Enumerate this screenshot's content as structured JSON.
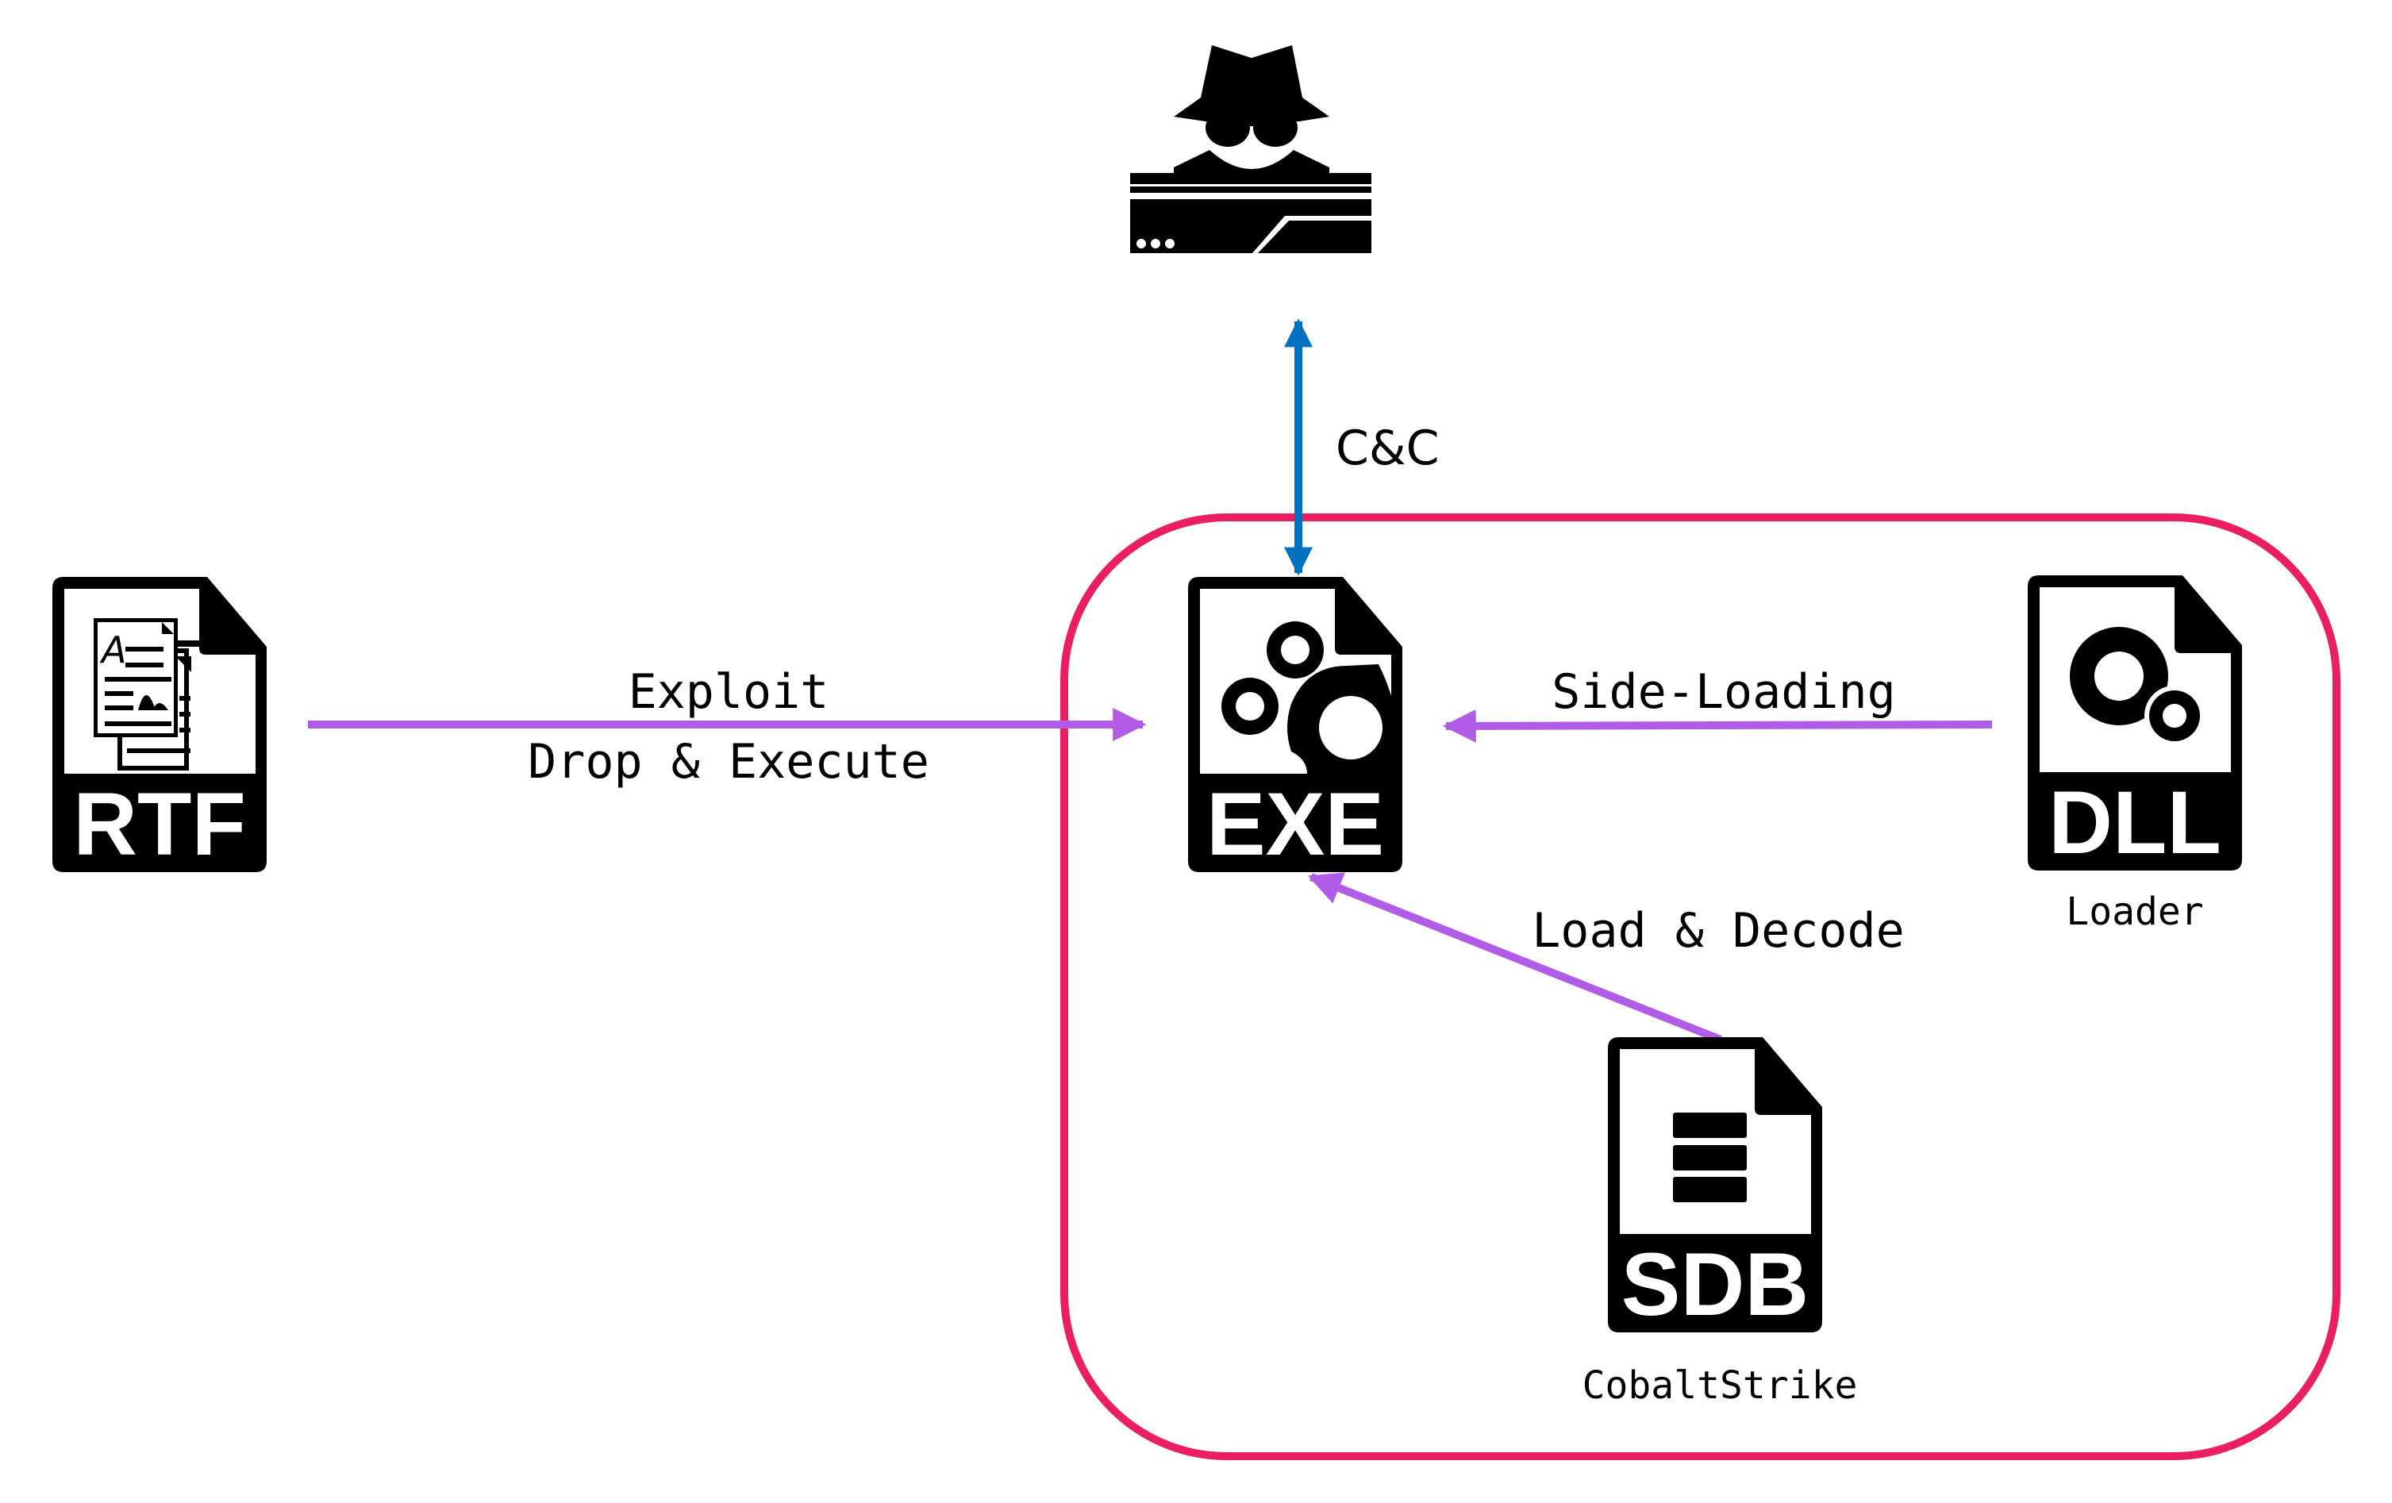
{
  "colors": {
    "flow_arrow": "#B05CE6",
    "cnc_arrow": "#0070C0",
    "group_border": "#E91E63",
    "icon": "#000000",
    "background": "#FFFFFF"
  },
  "nodes": {
    "attacker": {
      "icon": "hacker-server-icon",
      "label": ""
    },
    "rtf": {
      "icon": "rtf-file-icon",
      "badge": "RTF",
      "label": ""
    },
    "exe": {
      "icon": "exe-file-icon",
      "badge": "EXE",
      "label": ""
    },
    "dll": {
      "icon": "dll-file-icon",
      "badge": "DLL",
      "label": "Loader"
    },
    "sdb": {
      "icon": "sdb-file-icon",
      "badge": "SDB",
      "label": "CobaltStrike"
    }
  },
  "edges": {
    "cnc": {
      "from": "exe",
      "to": "attacker",
      "bidirectional": true,
      "label": "C&C"
    },
    "exploit": {
      "from": "rtf",
      "to": "exe",
      "label_line1": "Exploit",
      "label_line2": "Drop & Execute"
    },
    "side_loading": {
      "from": "dll",
      "to": "exe",
      "label": "Side-Loading"
    },
    "load_decode": {
      "from": "sdb",
      "to": "exe",
      "label": "Load & Decode"
    }
  },
  "group": {
    "members": [
      "exe",
      "dll",
      "sdb"
    ],
    "label": ""
  }
}
